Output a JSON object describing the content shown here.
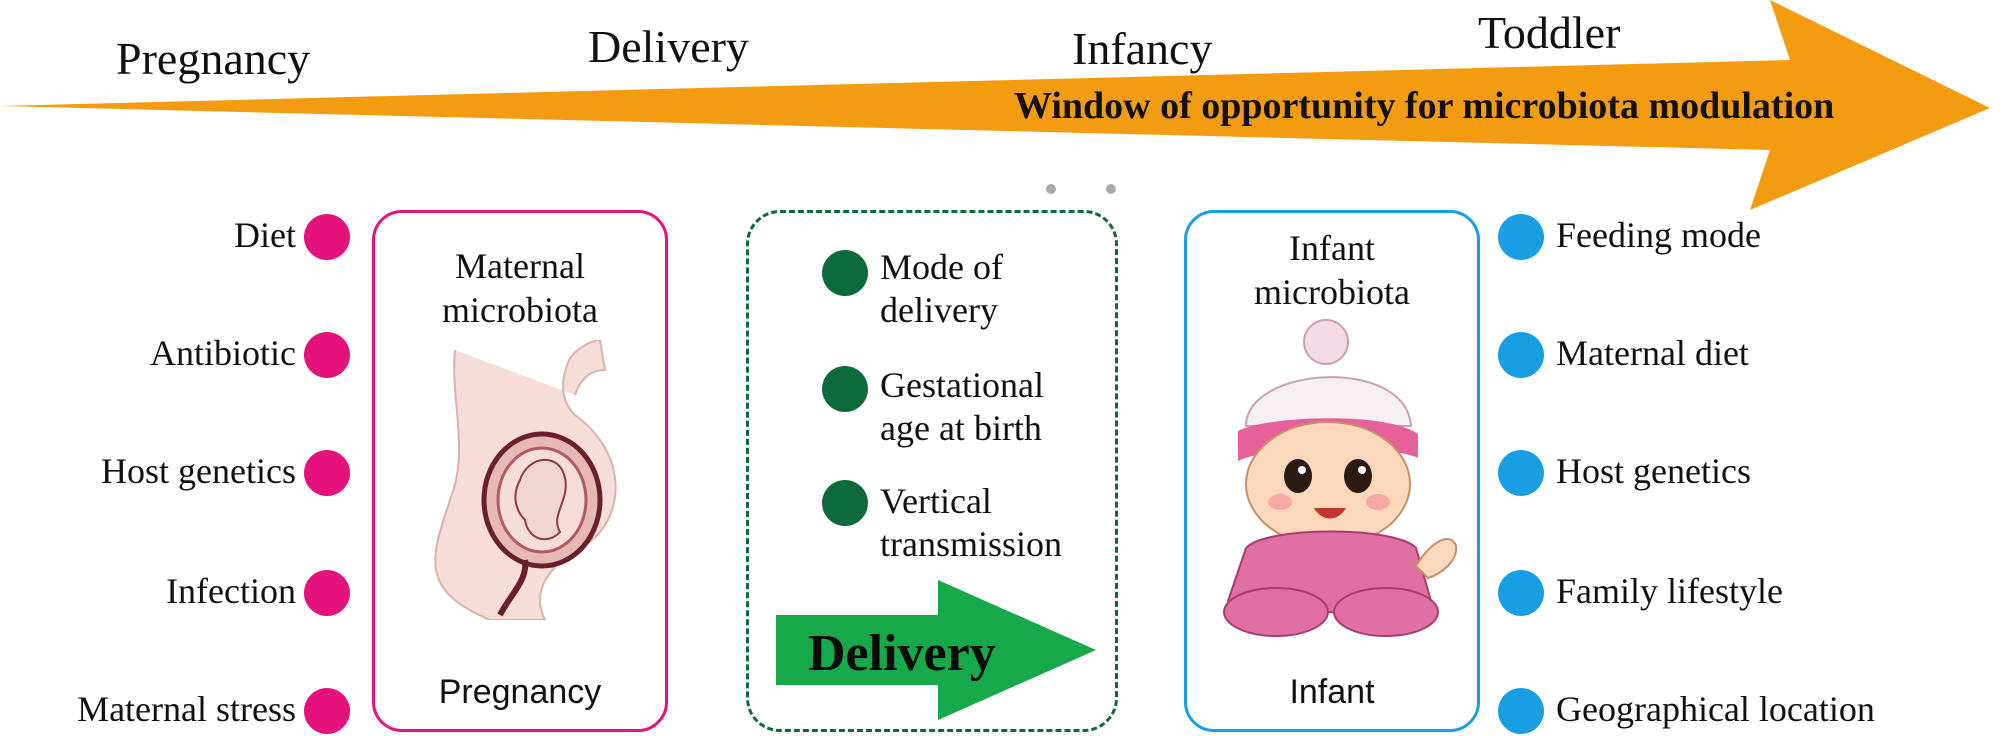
{
  "timeline": {
    "stages": [
      "Pregnancy",
      "Delivery",
      "Infancy",
      "Toddler"
    ],
    "window_label": "Window of opportunity for microbiota modulation",
    "arrow_color": "#f39c12"
  },
  "maternal": {
    "factors": [
      "Diet",
      "Antibiotic",
      "Host genetics",
      "Infection",
      "Maternal stress"
    ],
    "box_title": "Maternal microbiota",
    "box_caption": "Pregnancy",
    "accent_color": "#e4127a"
  },
  "delivery": {
    "factors": [
      "Mode of delivery",
      "Gestational age at birth",
      "Vertical transmission"
    ],
    "arrow_label": "Delivery",
    "accent_color": "#0d6a3a",
    "arrow_color": "#17a84a"
  },
  "infant": {
    "box_title": "Infant microbiota",
    "box_caption": "Infant",
    "factors": [
      "Feeding mode",
      "Maternal diet",
      "Host genetics",
      "Family lifestyle",
      "Geographical location"
    ],
    "accent_color": "#1a9ee3"
  }
}
